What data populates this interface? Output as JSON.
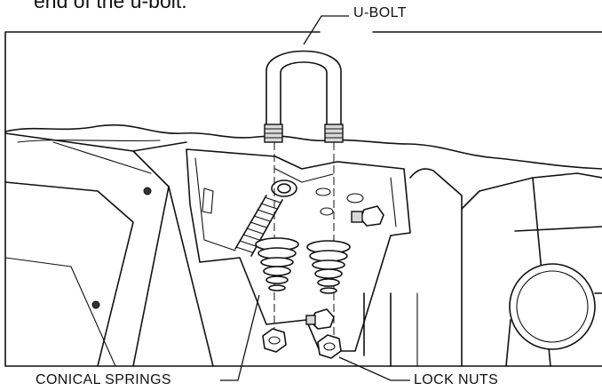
{
  "caption": "end of the u-bolt.",
  "labels": {
    "u_bolt": "U-BOLT",
    "conical_springs": "CONICAL SPRINGS",
    "lock_nuts": "LOCK NUTS"
  }
}
